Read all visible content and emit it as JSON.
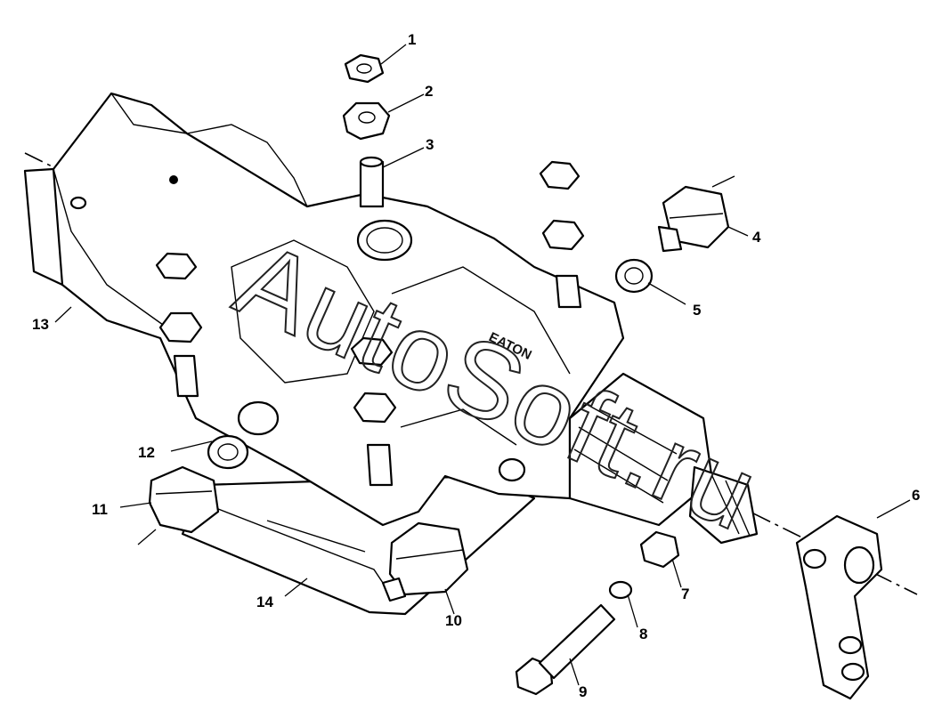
{
  "diagram": {
    "callouts": [
      "1",
      "2",
      "3",
      "4",
      "5",
      "6",
      "7",
      "8",
      "9",
      "10",
      "11",
      "12",
      "13",
      "14"
    ],
    "brand_mark": "EATON",
    "watermark": "AutoSoft.ru"
  }
}
